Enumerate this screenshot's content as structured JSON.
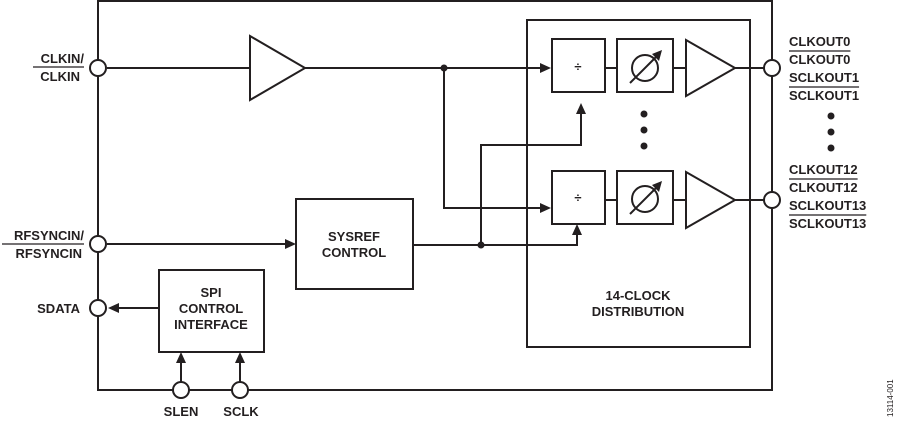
{
  "diagram": {
    "type": "block-diagram",
    "chip_outline": "device",
    "inputs": {
      "clkin": {
        "line1": "CLKIN/",
        "line2": "CLKIN",
        "line2_overbar": true
      },
      "rfsyncin": {
        "line1": "RFSYNCIN/",
        "line2": "RFSYNCIN",
        "line2_overbar": true
      },
      "sdata": "SDATA",
      "slen": "SLEN",
      "sclk": "SCLK"
    },
    "blocks": {
      "sysref": {
        "line1": "SYSREF",
        "line2": "CONTROL"
      },
      "spi": {
        "line1": "SPI",
        "line2": "CONTROL",
        "line3": "INTERFACE"
      },
      "distribution": {
        "line1": "14-CLOCK",
        "line2": "DISTRIBUTION"
      },
      "divider_symbol": "÷",
      "phase_symbol": "phase-adjust"
    },
    "outputs": {
      "top_group": [
        {
          "text": "CLKOUT0",
          "overbar": false
        },
        {
          "text": "CLKOUT0",
          "overbar": true
        },
        {
          "text": "SCLKOUT1",
          "overbar": false
        },
        {
          "text": "SCLKOUT1",
          "overbar": true
        }
      ],
      "bottom_group": [
        {
          "text": "CLKOUT12",
          "overbar": false
        },
        {
          "text": "CLKOUT12",
          "overbar": true
        },
        {
          "text": "SCLKOUT13",
          "overbar": false
        },
        {
          "text": "SCLKOUT13",
          "overbar": true
        }
      ]
    },
    "figure_id": "13114-001"
  }
}
